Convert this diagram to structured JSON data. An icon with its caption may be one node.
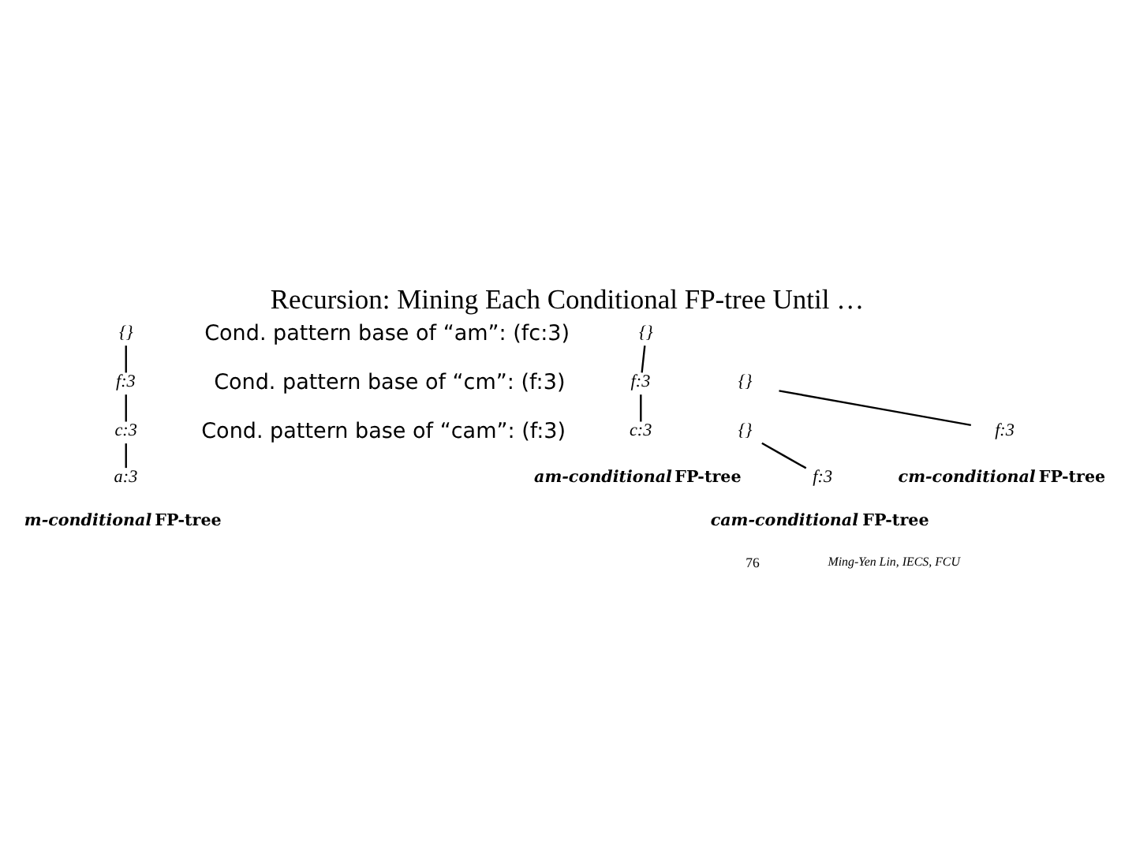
{
  "diagram": {
    "title": "Recursion: Mining Each Conditional FP-tree Until …",
    "nodes": [
      {
        "text": [
          "{}"
        ]
      },
      {
        "text": [
          "f:3"
        ]
      },
      {
        "text": [
          "c:3"
        ]
      },
      {
        "text": [
          "a:3"
        ]
      },
      {
        "text": [
          "{}"
        ]
      },
      {
        "text": [
          "f:3"
        ]
      },
      {
        "text": [
          "c:3"
        ]
      },
      {
        "text": [
          "{}"
        ]
      },
      {
        "text": [
          "f:3"
        ]
      },
      {
        "text": [
          "{}"
        ]
      },
      {
        "text": [
          "f:3"
        ]
      }
    ],
    "edges": [
      {
        "from": 0,
        "to": 1,
        "arrow": "none"
      },
      {
        "from": 1,
        "to": 2,
        "arrow": "none"
      },
      {
        "from": 2,
        "to": 3,
        "arrow": "none"
      },
      {
        "from": 4,
        "to": 5,
        "arrow": "none"
      },
      {
        "from": 5,
        "to": 6,
        "arrow": "none"
      },
      {
        "from": 7,
        "to": 8,
        "arrow": "none"
      },
      {
        "from": 9,
        "to": 10,
        "arrow": "none"
      }
    ],
    "labels": [
      "Cond. pattern base of “am”: (fc:3)",
      "*am-conditional* FP-tree",
      "Cond. pattern base of “cm”: (f:3)",
      "*m-conditional* FP-tree",
      "*cm-conditional* FP-tree",
      "Cond. pattern base of “cam”: (f:3)",
      "*cam-conditional* FP-tree",
      "76",
      "Ming-Yen Lin, IECS, FCU"
    ]
  }
}
